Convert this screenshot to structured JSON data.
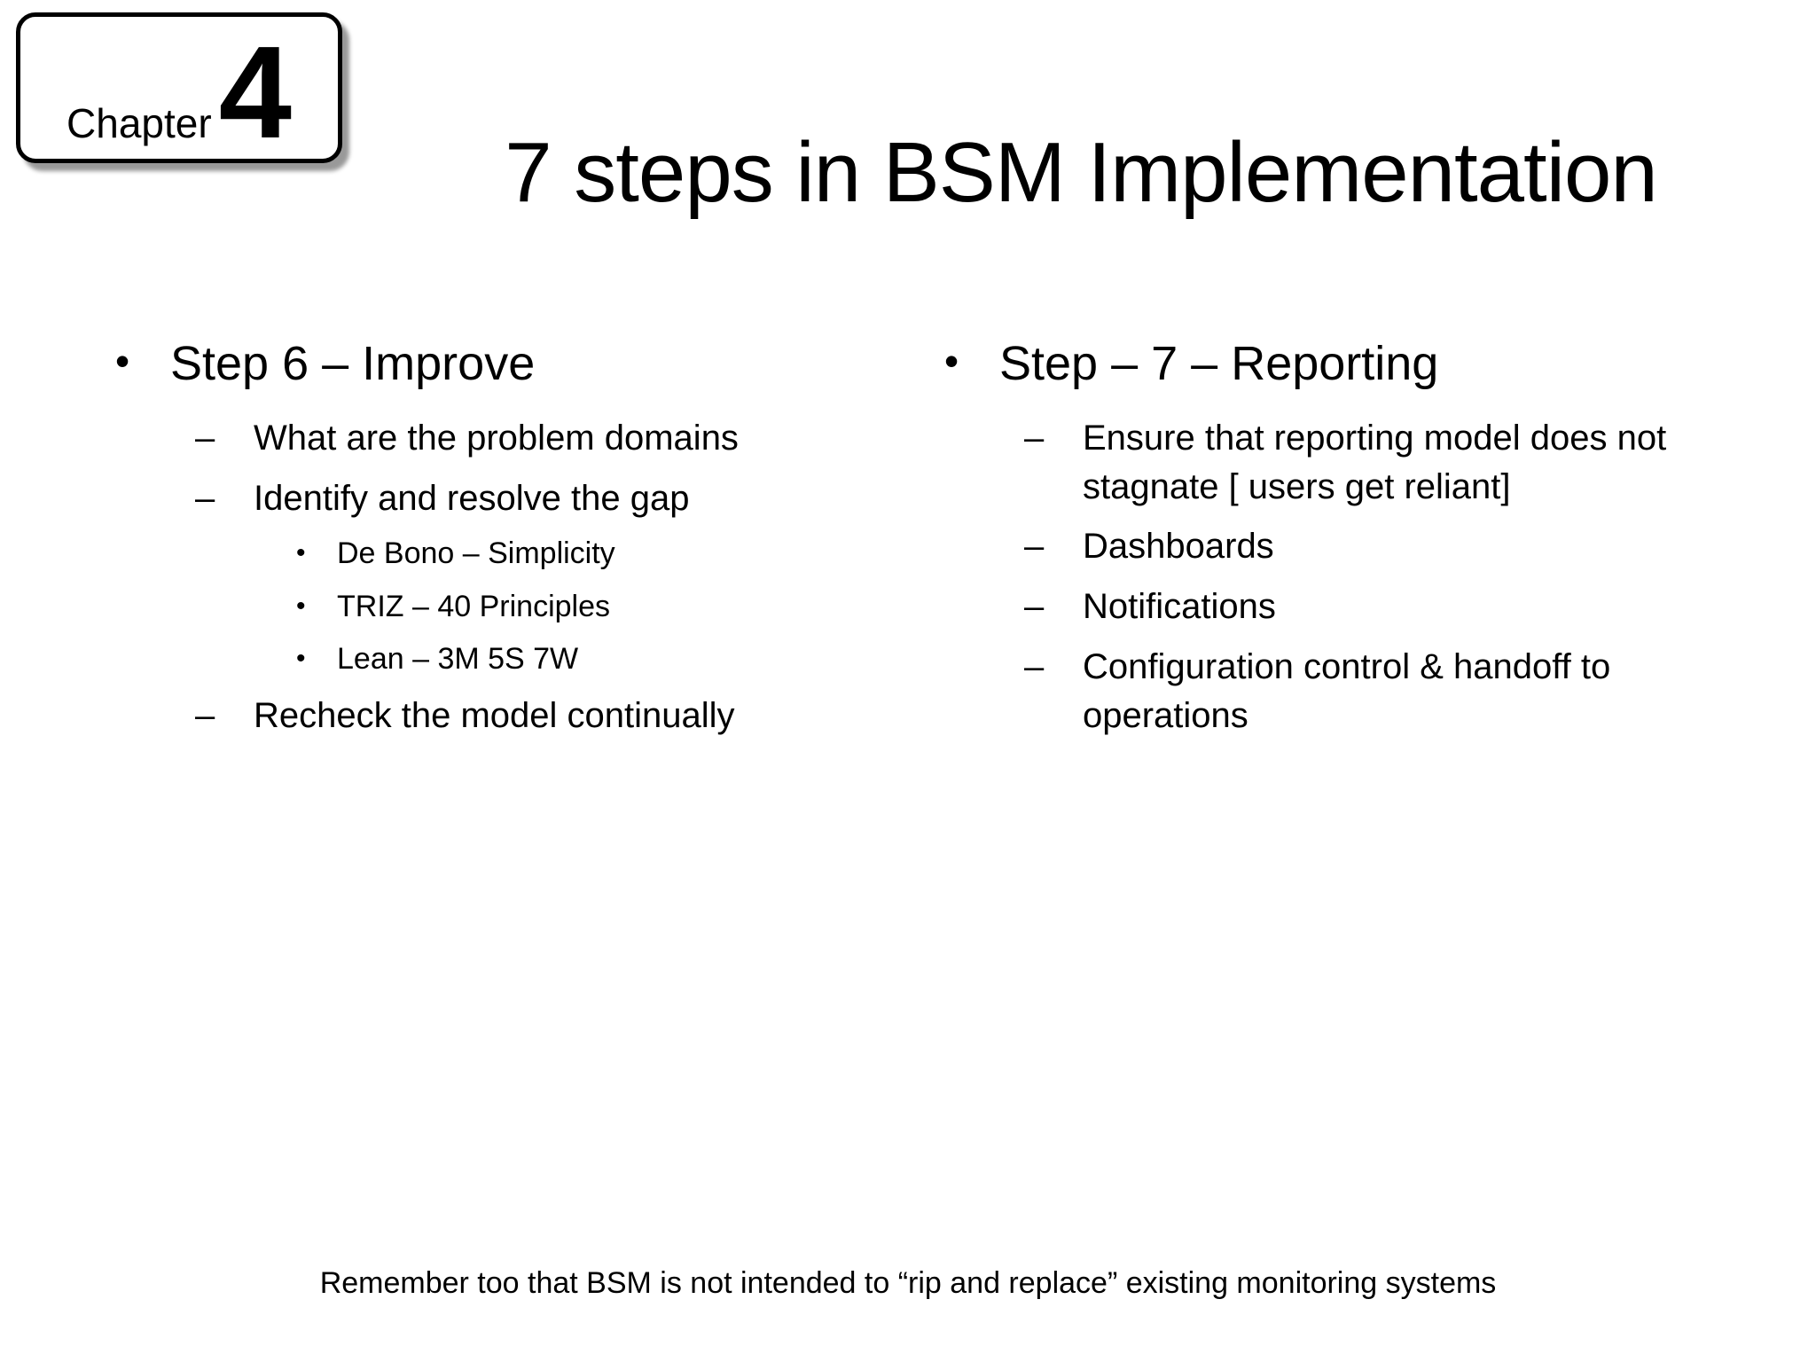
{
  "page": {
    "background_color": "#ffffff",
    "text_color": "#000000",
    "badge_shadow_color": "#999999"
  },
  "chapter_badge": {
    "label": "Chapter",
    "number": "4"
  },
  "title": "7 steps in BSM Implementation",
  "markers": {
    "level1": "•",
    "level2": "–",
    "level3": "•"
  },
  "columns": [
    {
      "heading": "Step 6 – Improve",
      "items": [
        {
          "level": 2,
          "text": "What are the problem domains"
        },
        {
          "level": 2,
          "text": "Identify and resolve the gap"
        },
        {
          "level": 3,
          "text": "De Bono – Simplicity"
        },
        {
          "level": 3,
          "text": "TRIZ – 40 Principles"
        },
        {
          "level": 3,
          "text": "Lean – 3M 5S 7W"
        },
        {
          "level": 2,
          "text": "Recheck the model continually"
        }
      ]
    },
    {
      "heading": "Step – 7 – Reporting",
      "items": [
        {
          "level": 2,
          "text": "Ensure that reporting model does not stagnate [ users get reliant]"
        },
        {
          "level": 2,
          "text": "Dashboards"
        },
        {
          "level": 2,
          "text": "Notifications"
        },
        {
          "level": 2,
          "text": "Configuration control & handoff to operations"
        }
      ]
    }
  ],
  "footer": "Remember too that BSM is not intended to “rip and replace” existing monitoring systems"
}
